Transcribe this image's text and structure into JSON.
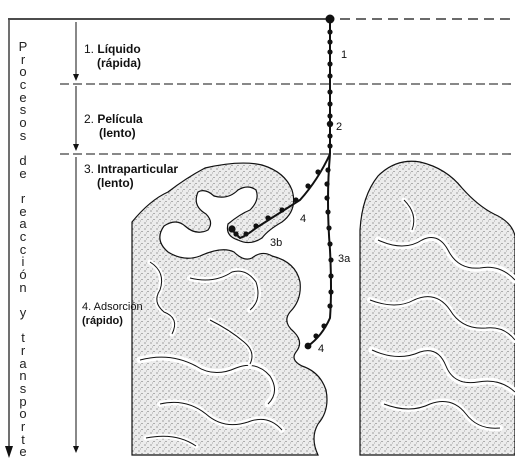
{
  "side_text": "Procesos de reacción y transporte",
  "stages": [
    {
      "number": "1.",
      "name": "Líquido",
      "speed": "(rápida)"
    },
    {
      "number": "2.",
      "name": "Película",
      "speed": "(lento)"
    },
    {
      "number": "3.",
      "name": "Intraparticular",
      "speed": "(lento)"
    },
    {
      "number": "4.",
      "name": "Adsorción",
      "speed": "(rápido)"
    }
  ],
  "path_markers": [
    "1",
    "2",
    "3a",
    "3b",
    "4",
    "4"
  ],
  "colors": {
    "line": "#1a1a1a",
    "particle_fill": "#e8e8e8",
    "stipple": "#444444"
  }
}
